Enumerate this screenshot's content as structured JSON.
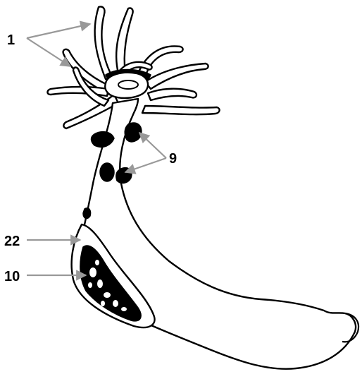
{
  "labels": {
    "tentacles": "1",
    "buds": "9",
    "outer_layer": "22",
    "inner_content": "10"
  },
  "colors": {
    "ink": "#000000",
    "callout_arrow": "#999999",
    "background": "#ffffff"
  }
}
